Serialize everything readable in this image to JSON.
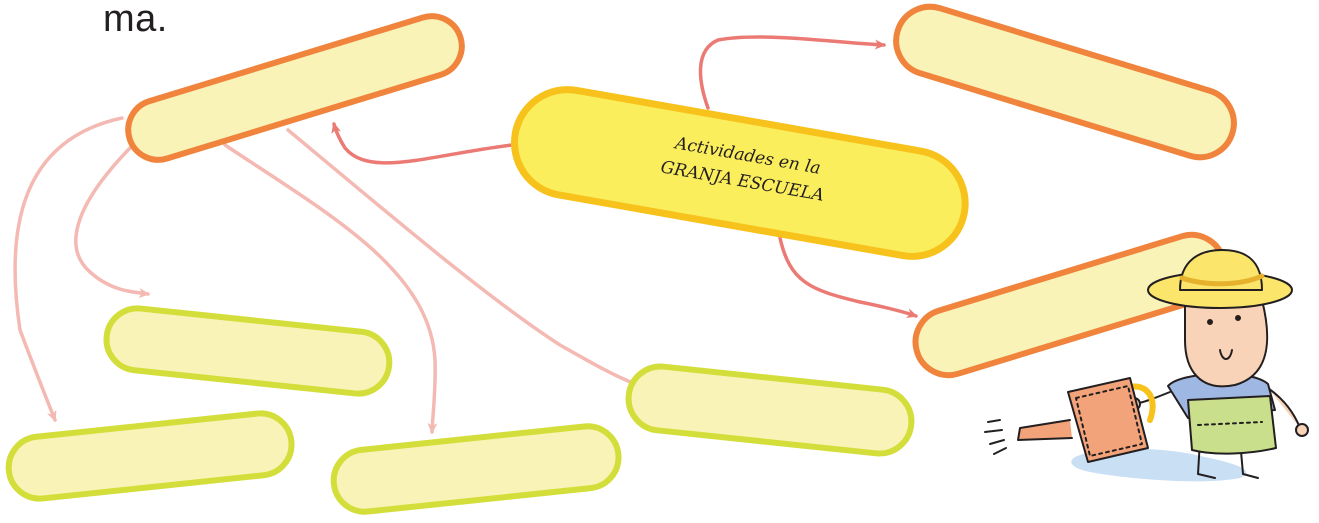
{
  "heading": {
    "text_fragment": "ma."
  },
  "central_node": {
    "line1": "Actividades en la",
    "line2": "GRANJA ESCUELA"
  },
  "colors": {
    "central_fill": "#fbee5c",
    "central_border": "#f7c21b",
    "primary_fill": "#faf3b8",
    "primary_border": "#f0843c",
    "secondary_fill": "#faf3b8",
    "secondary_border": "#d3de3a",
    "primary_arrow": "#ec7a74",
    "secondary_arrow": "#f3b9b2"
  },
  "illustration": {
    "icon": "farmer-with-watering-can-icon"
  }
}
